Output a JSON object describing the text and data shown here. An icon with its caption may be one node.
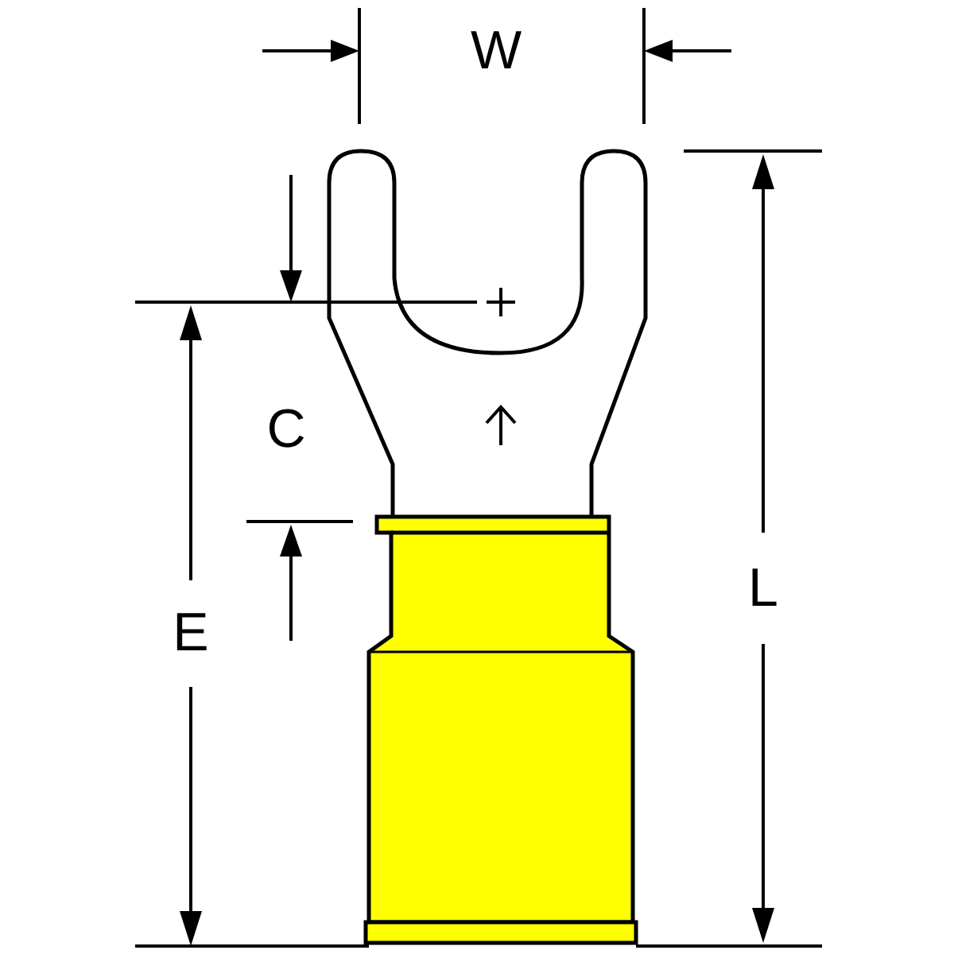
{
  "diagram": {
    "labels": [
      "W",
      "C",
      "E",
      "L"
    ]
  }
}
